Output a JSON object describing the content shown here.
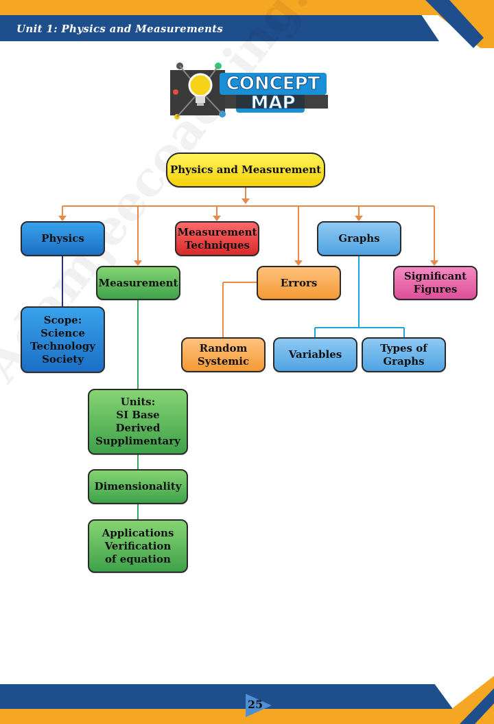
{
  "header": {
    "title": "Unit 1: Physics and Measurements"
  },
  "logo": {
    "line1": "CONCEPT",
    "line2": "MAP",
    "bulb_icon": "light-bulb-icon"
  },
  "footer": {
    "page_number": "25"
  },
  "watermark": {
    "text": "Adamjeecoaching.blogspot.com"
  },
  "colors": {
    "header_blue": "#1f4e8c",
    "header_orange": "#f5a623",
    "arrow_orange": "#e8884a",
    "line_green": "#2fa85a",
    "line_navy": "#2b2f7a",
    "line_cyan": "#1aa7d8"
  },
  "nodes": {
    "root": "Physics and Measurement",
    "physics": "Physics",
    "scope": "Scope:\nScience\nTechnology\nSociety",
    "measurement": "Measurement",
    "units": "Units:\nSI Base\nDerived\nSupplimentary",
    "dimensionality": "Dimensionality",
    "applications": "Applications\nVerification\nof equation",
    "techniques": "Measurement\nTechniques",
    "errors": "Errors",
    "random": "Random\nSystemic",
    "graphs": "Graphs",
    "variables": "Variables",
    "types": "Types of\nGraphs",
    "sigfig": "Significant\nFigures"
  }
}
